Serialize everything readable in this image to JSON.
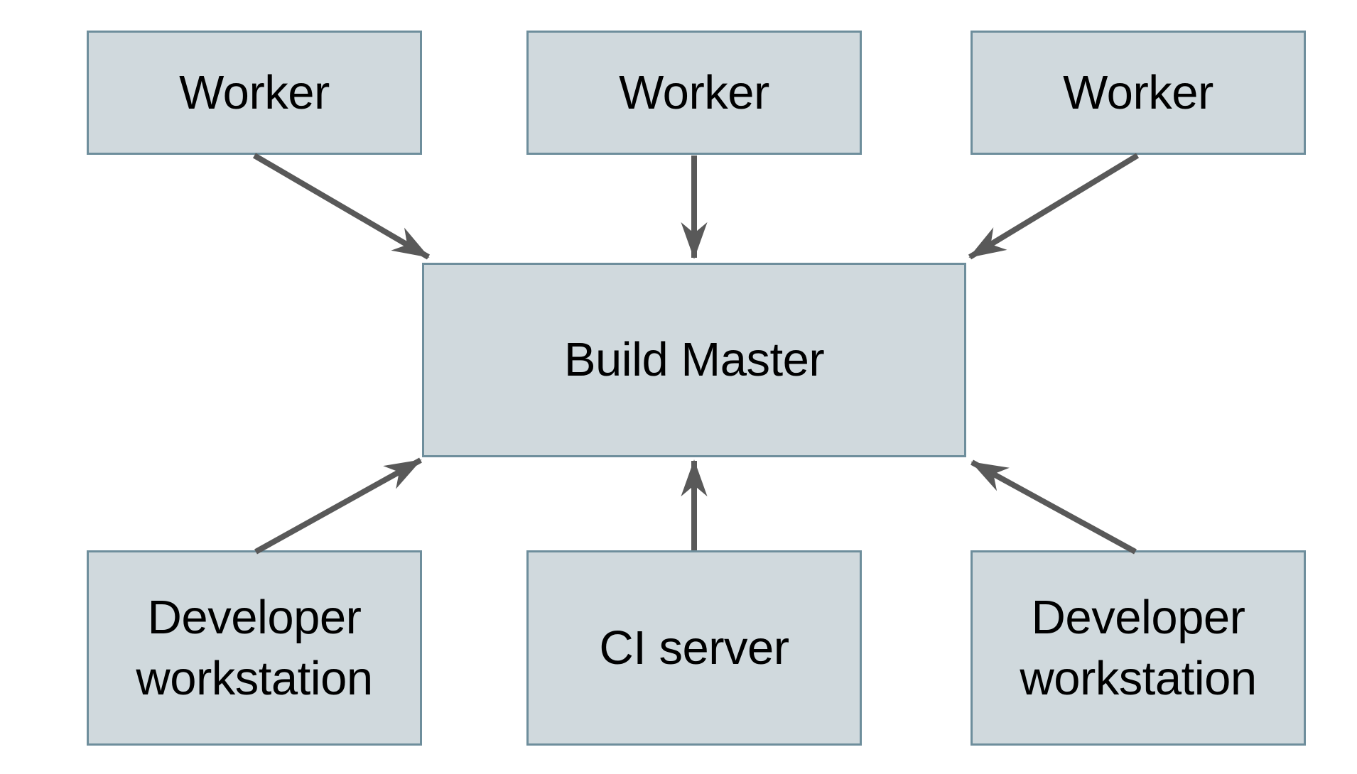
{
  "diagram": {
    "type": "architecture-diagram",
    "nodes": {
      "worker_1": {
        "label": "Worker"
      },
      "worker_2": {
        "label": "Worker"
      },
      "worker_3": {
        "label": "Worker"
      },
      "build_master": {
        "label": "Build Master"
      },
      "developer_workstation_left": {
        "label": "Developer workstation"
      },
      "ci_server": {
        "label": "CI server"
      },
      "developer_workstation_right": {
        "label": "Developer workstation"
      }
    },
    "edges": [
      {
        "from": "worker_1",
        "to": "build_master"
      },
      {
        "from": "worker_2",
        "to": "build_master"
      },
      {
        "from": "worker_3",
        "to": "build_master"
      },
      {
        "from": "developer_workstation_left",
        "to": "build_master"
      },
      {
        "from": "ci_server",
        "to": "build_master"
      },
      {
        "from": "developer_workstation_right",
        "to": "build_master"
      }
    ],
    "colors": {
      "node_fill": "#d0d9dd",
      "node_border": "#6e8e9c",
      "arrow": "#595959",
      "text": "#000000",
      "background": "#ffffff"
    }
  }
}
